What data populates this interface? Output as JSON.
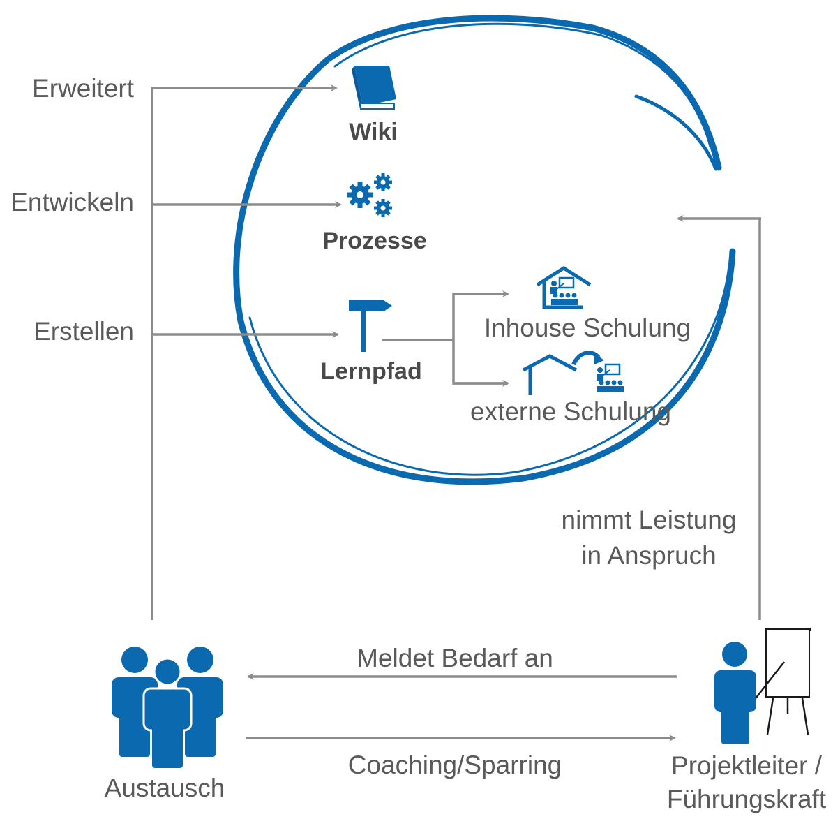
{
  "colors": {
    "accent": "#0b69b0",
    "arrow": "#8c8c8c",
    "text": "#5a5a5a"
  },
  "left_actions": {
    "extends": "Erweitert",
    "develop": "Entwickeln",
    "create": "Erstellen"
  },
  "circle_items": {
    "wiki": {
      "label": "Wiki",
      "icon": "book-icon"
    },
    "processes": {
      "label": "Prozesse",
      "icon": "gears-icon"
    },
    "learning_path": {
      "label": "Lernpfad",
      "icon": "signpost-icon"
    }
  },
  "trainings": {
    "inhouse": {
      "label": "Inhouse Schulung",
      "icon": "house-classroom-icon"
    },
    "external": {
      "label": "externe Schulung",
      "icon": "house-to-classroom-icon"
    }
  },
  "service": {
    "line1": "nimmt Leistung",
    "line2": "in Anspruch"
  },
  "bottom": {
    "exchange": {
      "label": "Austausch",
      "icon": "group-icon"
    },
    "lead": {
      "line1": "Projektleiter /",
      "line2": "Führungskraft",
      "icon": "presenter-icon"
    },
    "demand": "Meldet Bedarf an",
    "coaching": "Coaching/Sparring"
  }
}
